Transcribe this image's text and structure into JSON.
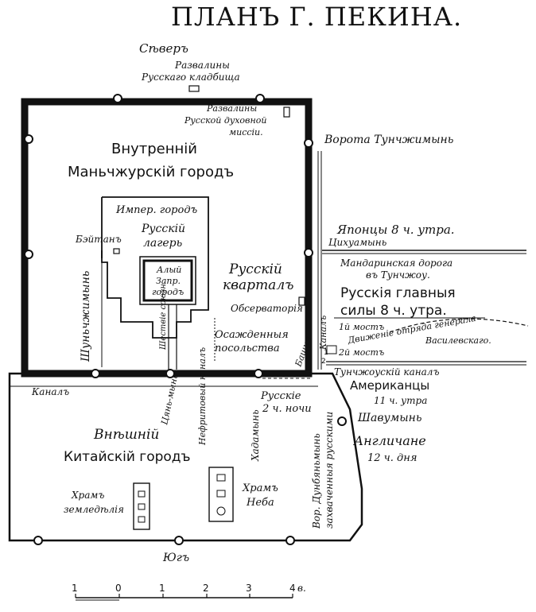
{
  "title": "ПЛАНЪ Г. ПЕКИНА.",
  "north": "Сѣверъ",
  "south": "Югъ",
  "labels": {
    "ruins_cemetery_1": "Развалины",
    "ruins_cemetery_2": "Русскаго кладбища",
    "ruins_mission_1": "Развалины",
    "ruins_mission_2": "Русской духовной",
    "ruins_mission_3": "миссіи.",
    "gate_tungzhimyn": "Ворота Тунчжимынь",
    "inner_city_1": "Внутренній",
    "inner_city_2": "Маньчжурскій городъ",
    "imperial_city": "Импер. городъ",
    "russian_camp_1": "Русскій",
    "russian_camp_2": "лагерь",
    "beitang": "Бэйтанъ",
    "forbidden_1": "Запр.",
    "forbidden_2": "городъ",
    "red_label": "Алый",
    "russian_quarter_1": "Русскій",
    "russian_quarter_2": "кварталъ",
    "observatory": "Обсерваторія",
    "shunchzhimyn": "Шуньчжимынь",
    "besieged_1": "Осажденныя",
    "besieged_2": "посольства",
    "procession": "Шествіе союзн.",
    "tower": "Башня",
    "canal_vertical": "Каналъ",
    "japanese": "Японцы 8 ч. утра.",
    "cihuamyn": "Цихуамынь",
    "mandarin_road_1": "Мандаринская дорога",
    "mandarin_road_2": "въ Тунчжоу.",
    "russian_main_1": "Русскія главныя",
    "russian_main_2": "силы 8 ч. утра.",
    "bridge_1": "1й мостъ",
    "bridge_2": "2й мостъ",
    "movement_1": "Движеніе отряда генерала",
    "movement_2": "Василевскаго.",
    "tungzhou_canal": "Тунчжоускій каналъ",
    "americans_1": "Американцы",
    "americans_2": "11 ч. утра",
    "shavumyn": "Шавумынь",
    "british_1": "Англичане",
    "british_2": "12 ч. дня",
    "canal_south": "Каналъ",
    "cyanmyn": "Цянь-мынь",
    "jade_canal": "Нефритовый каналъ",
    "hadamyn": "Хадамынь",
    "russians_night_1": "Русскіе",
    "russians_night_2": "2 ч. ночи",
    "dunbian_gate_1": "Вор. Дунбяньмынь",
    "dunbian_gate_2": "захваченныя русскими",
    "outer_city_1": "Внѣшній",
    "outer_city_2": "Китайскій городъ",
    "temple_agri_1": "Храмъ",
    "temple_agri_2": "земледѣлія",
    "temple_heaven_1": "Храмъ",
    "temple_heaven_2": "Неба",
    "marker_1": "1",
    "marker_2": "2"
  },
  "scale": {
    "ticks": [
      "1",
      "0",
      "1",
      "2",
      "3",
      "4"
    ],
    "unit": "в."
  }
}
